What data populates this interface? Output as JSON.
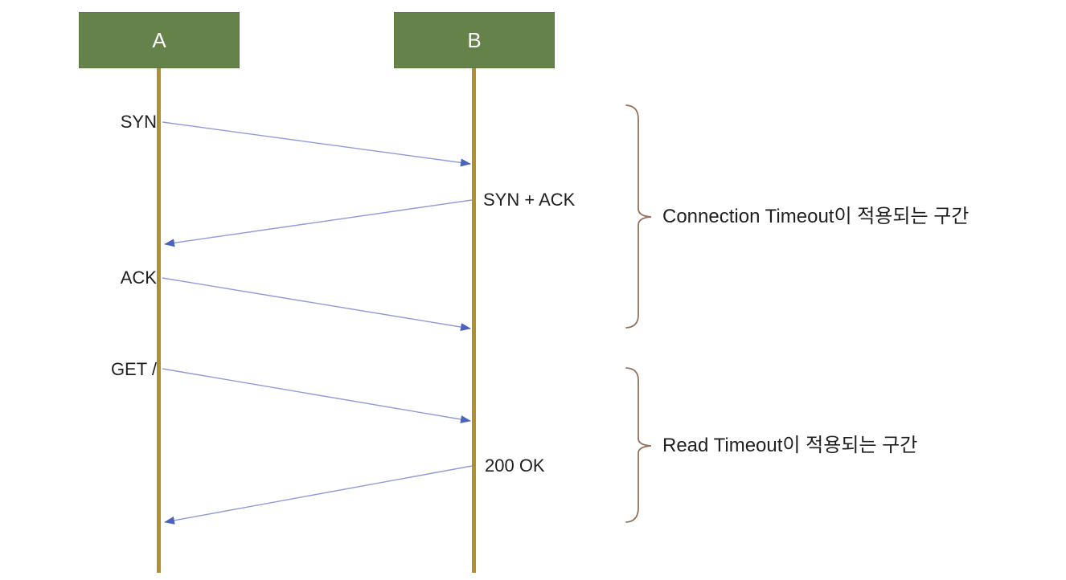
{
  "diagram": {
    "type": "sequence-diagram",
    "actors": [
      {
        "id": "A",
        "label": "A"
      },
      {
        "id": "B",
        "label": "B"
      }
    ],
    "messages": [
      {
        "label": "SYN",
        "from": "A",
        "to": "B"
      },
      {
        "label": "SYN + ACK",
        "from": "B",
        "to": "A"
      },
      {
        "label": "ACK",
        "from": "A",
        "to": "B"
      },
      {
        "label": "GET /",
        "from": "A",
        "to": "B"
      },
      {
        "label": "200 OK",
        "from": "B",
        "to": "A"
      }
    ],
    "annotations": [
      {
        "label": "Connection Timeout이 적용되는 구간",
        "covers": [
          "SYN",
          "SYN + ACK",
          "ACK"
        ]
      },
      {
        "label": "Read Timeout이 적용되는 구간",
        "covers": [
          "GET /",
          "200 OK"
        ]
      }
    ],
    "colors": {
      "actor_box_green": "#65824b",
      "lifeline_gold": "#b2902f",
      "arrow_line_blue": "#8e9bd9",
      "arrow_head_blue": "#4a63bd",
      "brace_brown": "#96705c",
      "text": "#1f1f1f",
      "background": "#ffffff"
    }
  }
}
